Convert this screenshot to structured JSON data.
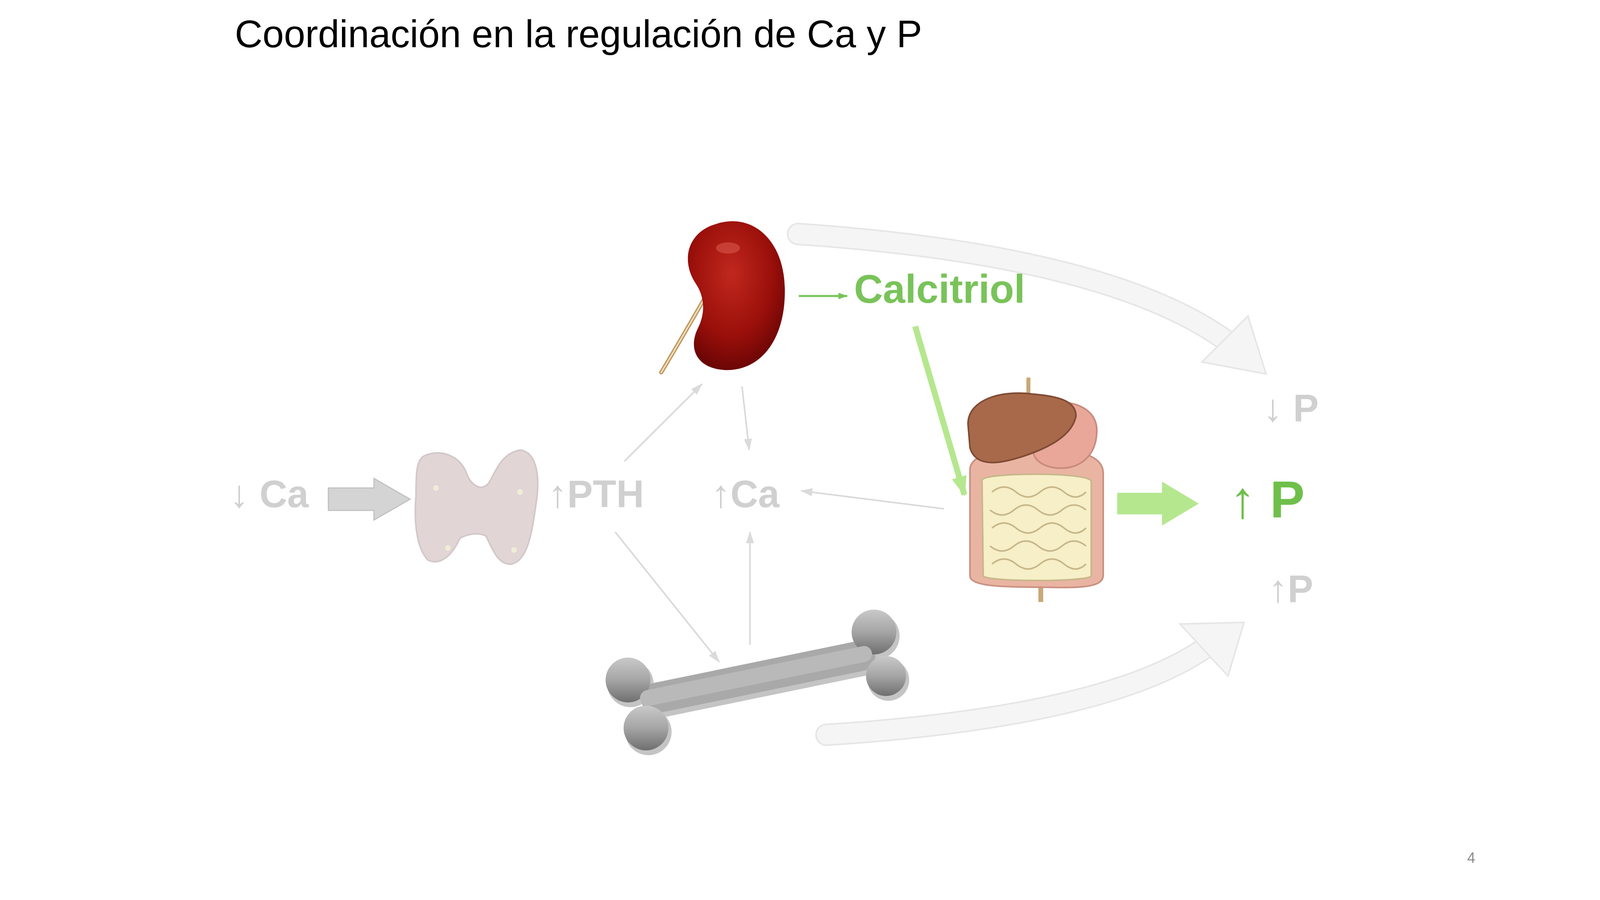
{
  "diagram": {
    "title": "Coordinación en la regulación de Ca y P",
    "labels": [
      "Calcitriol",
      "↓ P",
      "↓ Ca",
      "↑PTH",
      "↑Ca",
      "↑ P",
      "↑P",
      "4"
    ]
  }
}
